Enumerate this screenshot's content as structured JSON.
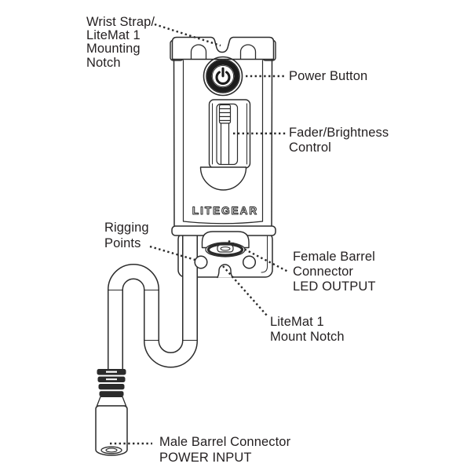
{
  "diagram": {
    "labels": {
      "wrist_strap": "Wrist Strap/\nLiteMat 1\nMounting\nNotch",
      "power_button": "Power Button",
      "fader": "Fader/Brightness\nControl",
      "rigging_points": "Rigging\nPoints",
      "female_barrel": "Female Barrel\nConnector\nLED OUTPUT",
      "litemat_notch": "LiteMat 1\nMount Notch",
      "male_barrel": "Male Barrel Connector\nPOWER INPUT"
    },
    "device": {
      "brand_text": "LITEGEAR"
    },
    "icons": {
      "power_button_icon": "power-symbol"
    },
    "colors": {
      "line": "#2b2b2b",
      "text": "#231f20",
      "background": "#ffffff"
    }
  }
}
